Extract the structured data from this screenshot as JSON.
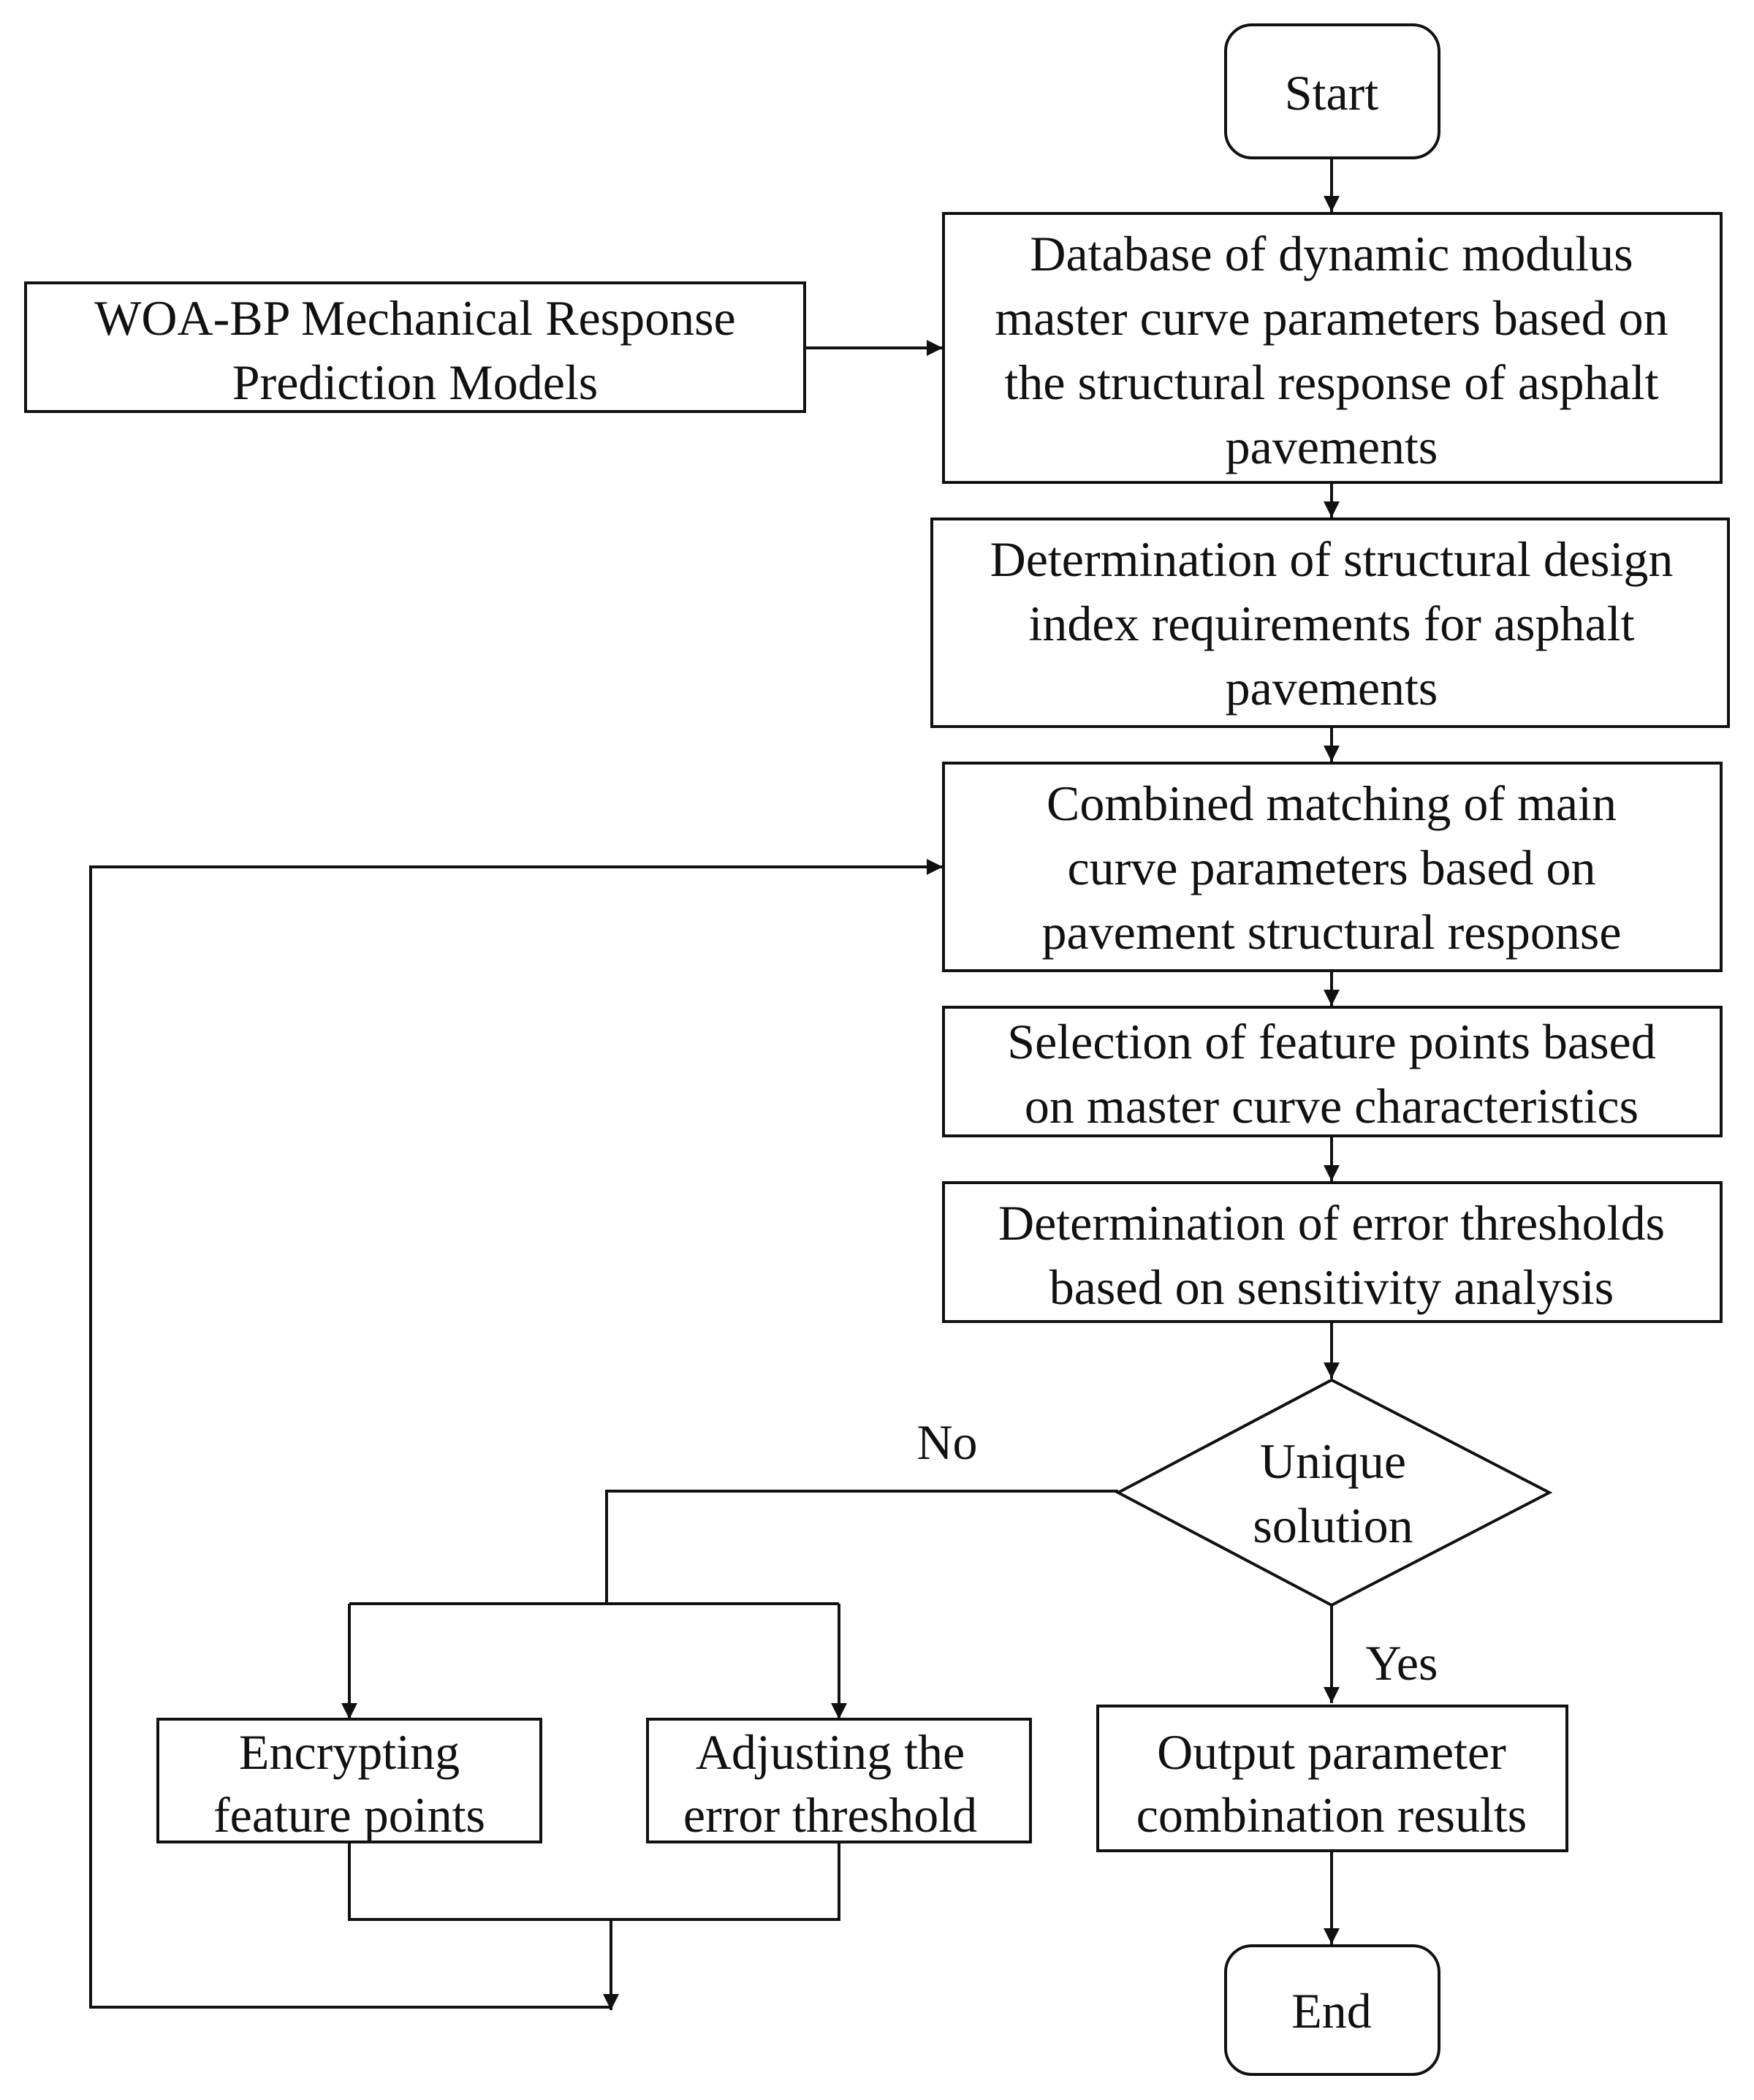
{
  "nodes": {
    "start": {
      "lines": [
        "Start"
      ]
    },
    "woa_bp": {
      "lines": [
        "WOA-BP Mechanical Response",
        "Prediction Models"
      ]
    },
    "database": {
      "lines": [
        "Database of dynamic modulus",
        "master curve parameters based on",
        "the structural response of asphalt",
        "pavements"
      ]
    },
    "index_req": {
      "lines": [
        "Determination of structural design",
        "index requirements for asphalt",
        "pavements"
      ]
    },
    "combined": {
      "lines": [
        "Combined matching of main",
        "curve parameters based on",
        "pavement structural response"
      ]
    },
    "selection": {
      "lines": [
        "Selection of feature points based",
        "on master curve characteristics"
      ]
    },
    "error_thr": {
      "lines": [
        "Determination of error thresholds",
        "based on sensitivity analysis"
      ]
    },
    "unique": {
      "lines": [
        "Unique",
        "solution"
      ]
    },
    "encrypt": {
      "lines": [
        "Encrypting",
        "feature points"
      ]
    },
    "adjust": {
      "lines": [
        "Adjusting the",
        "error threshold"
      ]
    },
    "output": {
      "lines": [
        "Output parameter",
        "combination results"
      ]
    },
    "end": {
      "lines": [
        "End"
      ]
    }
  },
  "edges": {
    "no_label": "No",
    "yes_label": "Yes"
  }
}
